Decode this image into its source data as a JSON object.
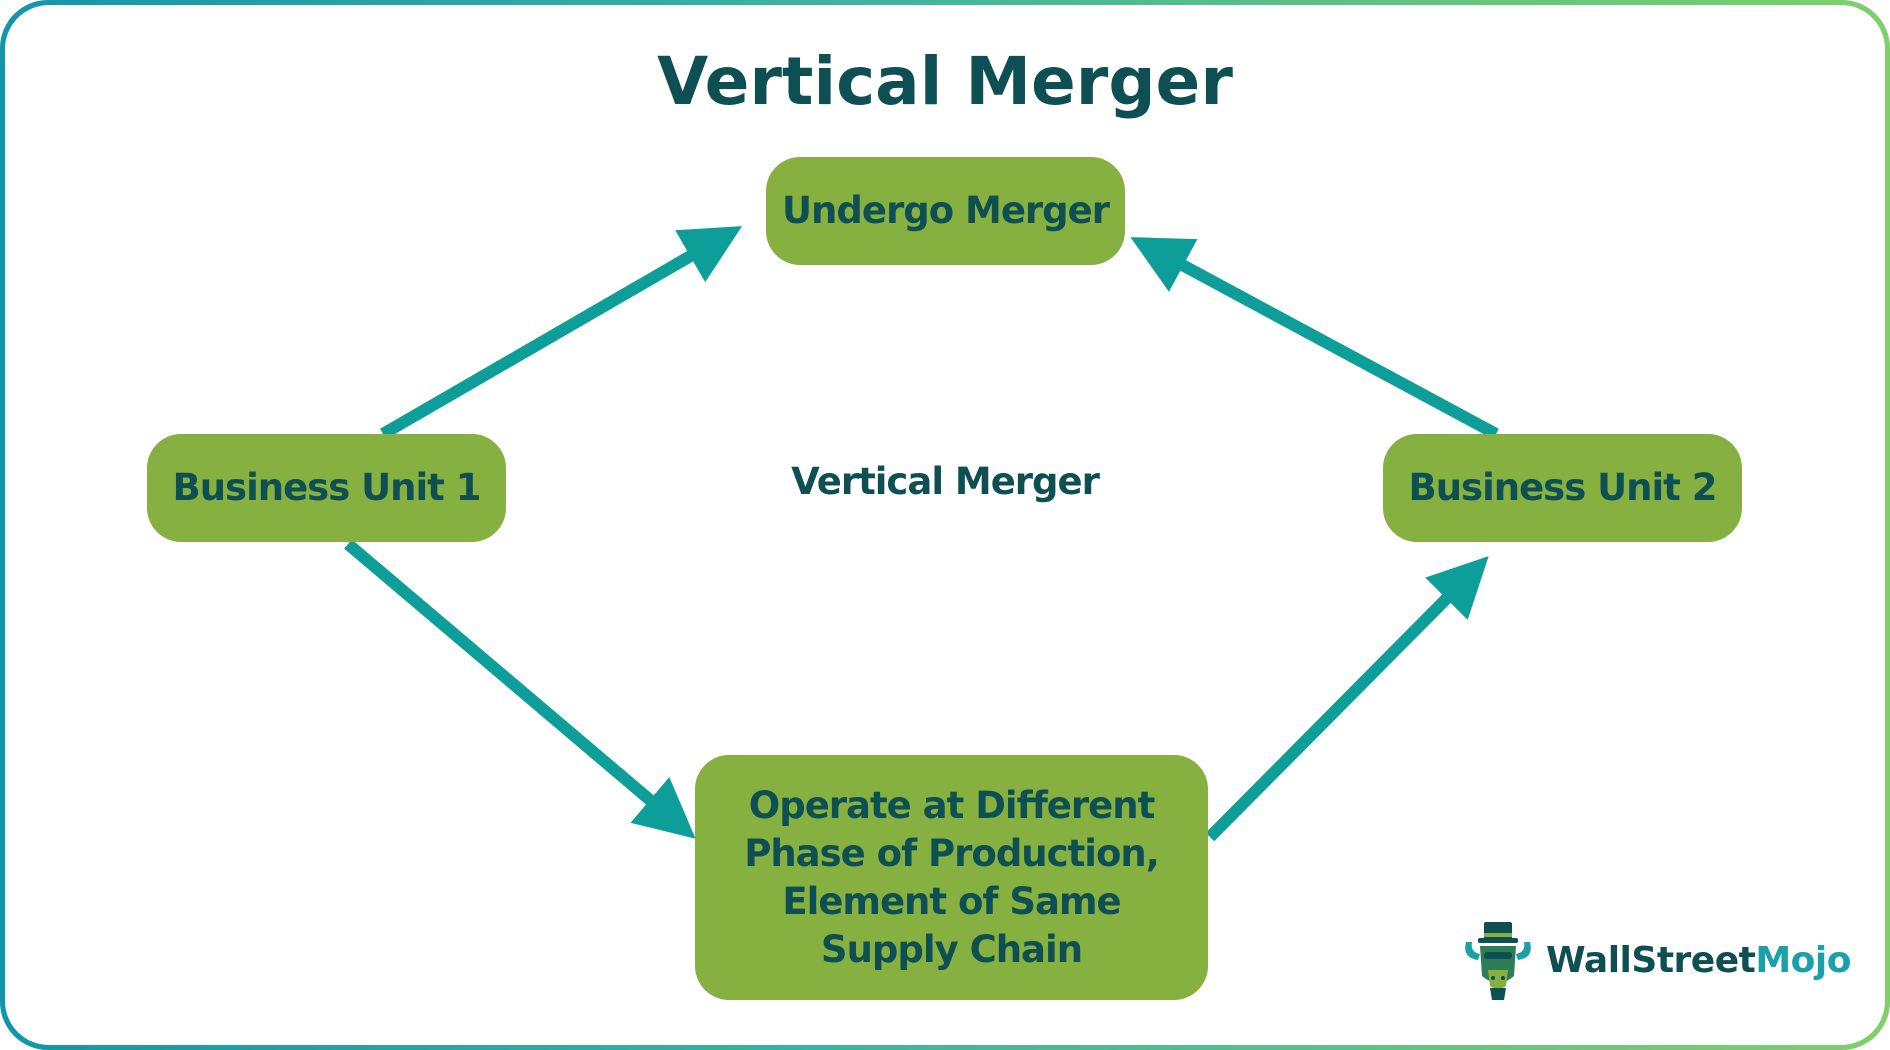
{
  "title": "Vertical Merger",
  "center_label": "Vertical Merger",
  "nodes": {
    "undergo": "Undergo Merger",
    "business_unit_1": "Business Unit 1",
    "business_unit_2": "Business Unit 2",
    "operate": "Operate at Different Phase of Production, Element of Same Supply Chain"
  },
  "logo": {
    "part1": "WallStreet",
    "part2": "Mojo"
  },
  "colors": {
    "node_fill": "#86b140",
    "text": "#0d4f52",
    "arrow": "#0e9e9a",
    "border_gradient_start": "#1296a8",
    "border_gradient_end": "#7fd06a"
  },
  "edges": [
    {
      "from": "Business Unit 1",
      "to": "Undergo Merger"
    },
    {
      "from": "Business Unit 1",
      "to": "Operate at Different Phase of Production, Element of Same Supply Chain"
    },
    {
      "from": "Operate at Different Phase of Production, Element of Same Supply Chain",
      "to": "Business Unit 2"
    },
    {
      "from": "Business Unit 2",
      "to": "Undergo Merger"
    }
  ]
}
